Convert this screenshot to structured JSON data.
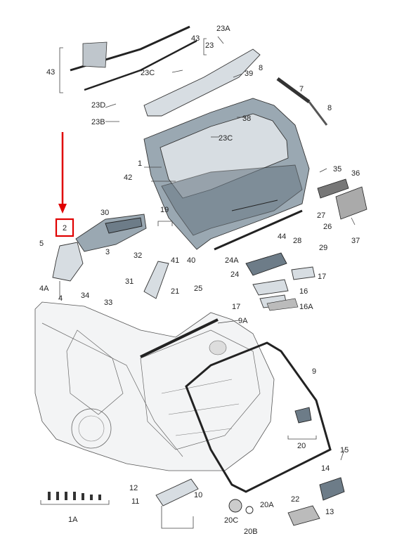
{
  "highlight_color": "#e00000",
  "callouts": {
    "c1": "1",
    "c2": "2",
    "c3": "3",
    "c4": "4",
    "c4a": "4A",
    "c5": "5",
    "c7": "7",
    "c8": "8",
    "c9": "9",
    "c9a": "9A",
    "c10": "10",
    "c11": "11",
    "c12": "12",
    "c13": "13",
    "c14": "14",
    "c15": "15",
    "c16": "16",
    "c16a": "16A",
    "c17a": "17",
    "c17b": "17",
    "c19": "19",
    "c20": "20",
    "c20a": "20A",
    "c20b": "20B",
    "c20c": "20C",
    "c21": "21",
    "c22": "22",
    "c23": "23",
    "c23a": "23A",
    "c23b": "23B",
    "c23c_top": "23C",
    "c23c_mid": "23C",
    "c23d": "23D",
    "c24": "24",
    "c24a": "24A",
    "c25": "25",
    "c26": "26",
    "c27": "27",
    "c28": "28",
    "c29": "29",
    "c30": "30",
    "c31": "31",
    "c32": "32",
    "c33": "33",
    "c34": "34",
    "c35": "35",
    "c36": "36",
    "c37": "37",
    "c38": "38",
    "c39": "39",
    "c40": "40",
    "c41": "41",
    "c42": "42",
    "c43a": "43",
    "c43b": "43",
    "c44": "44",
    "c1a": "1A"
  }
}
